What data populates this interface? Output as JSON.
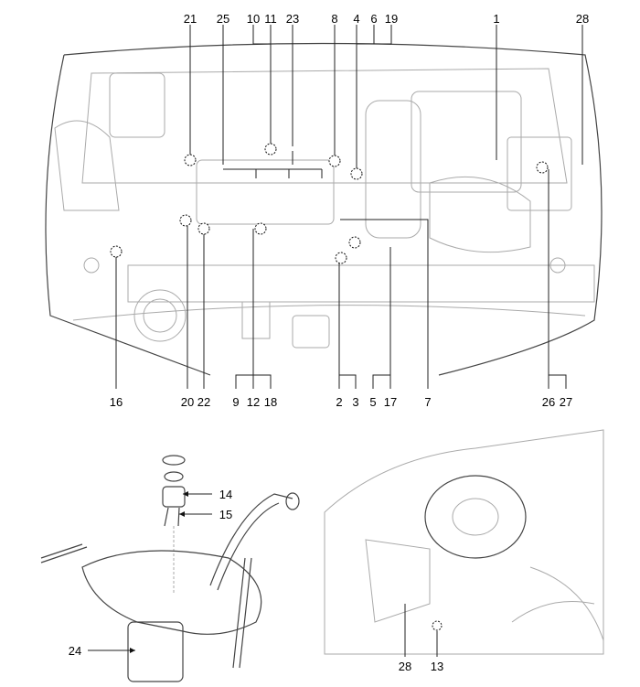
{
  "engine_bay_labels": {
    "top": [
      "21",
      "25",
      "10",
      "11",
      "23",
      "8",
      "4",
      "6",
      "19",
      "1",
      "28"
    ],
    "bottom": [
      "16",
      "20",
      "22",
      "9",
      "12",
      "18",
      "2",
      "3",
      "5",
      "17",
      "7",
      "26",
      "27"
    ]
  },
  "fuel_tank_labels": [
    "14",
    "15",
    "24"
  ],
  "interior_labels": [
    "28",
    "13"
  ]
}
